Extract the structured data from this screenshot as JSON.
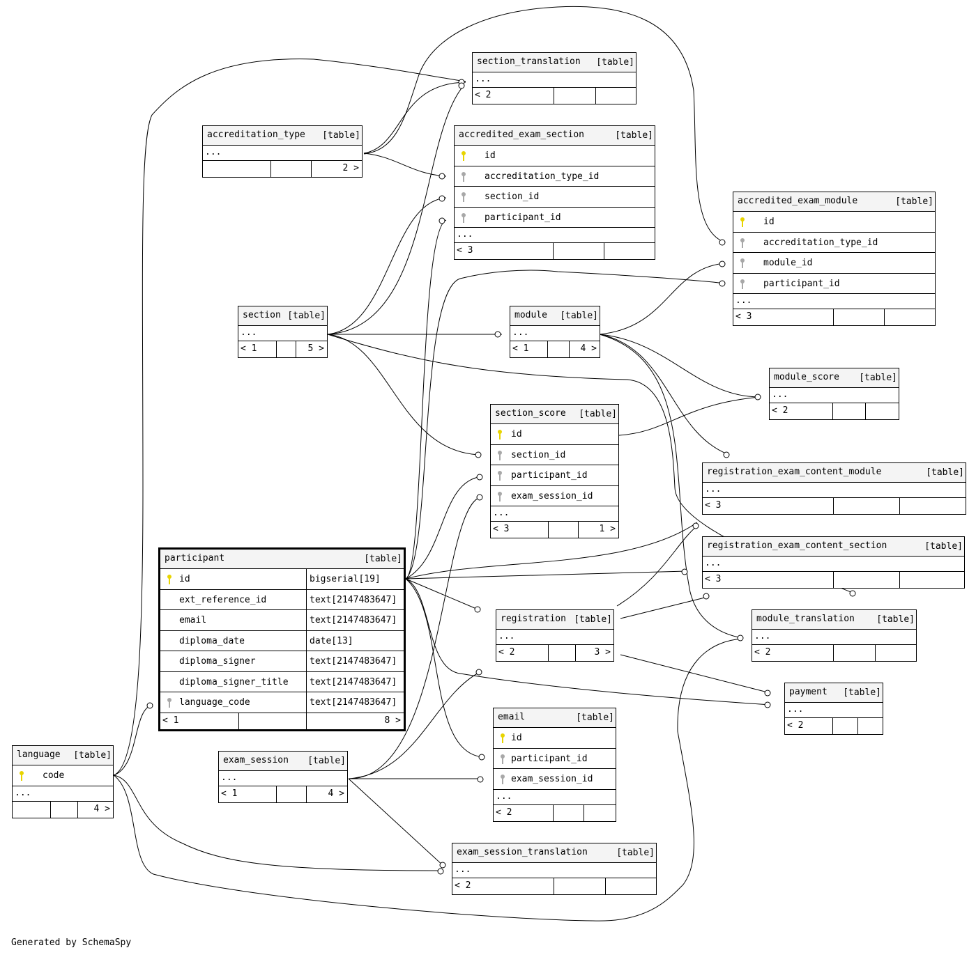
{
  "table_type_label": "[table]",
  "ellipsis": "...",
  "credit": "Generated by SchemaSpy",
  "colors": {
    "primary_key": "#e8d400",
    "foreign_key": "#a8a8a8",
    "header_bg": "#f4f4f4"
  },
  "tables": {
    "section_translation": {
      "name": "section_translation",
      "footer": {
        "left": "< 2",
        "right": ""
      }
    },
    "accreditation_type": {
      "name": "accreditation_type",
      "footer": {
        "left": "",
        "right": "2 >"
      }
    },
    "accredited_exam_section": {
      "name": "accredited_exam_section",
      "columns": [
        {
          "name": "id",
          "key": "primary-key"
        },
        {
          "name": "accreditation_type_id",
          "key": "foreign-key"
        },
        {
          "name": "section_id",
          "key": "foreign-key"
        },
        {
          "name": "participant_id",
          "key": "foreign-key"
        }
      ],
      "footer": {
        "left": "< 3",
        "right": ""
      }
    },
    "accredited_exam_module": {
      "name": "accredited_exam_module",
      "columns": [
        {
          "name": "id",
          "key": "primary-key"
        },
        {
          "name": "accreditation_type_id",
          "key": "foreign-key"
        },
        {
          "name": "module_id",
          "key": "foreign-key"
        },
        {
          "name": "participant_id",
          "key": "foreign-key"
        }
      ],
      "footer": {
        "left": "< 3",
        "right": ""
      }
    },
    "section": {
      "name": "section",
      "footer": {
        "left": "< 1",
        "right": "5 >"
      }
    },
    "module": {
      "name": "module",
      "footer": {
        "left": "< 1",
        "right": "4 >"
      }
    },
    "module_score": {
      "name": "module_score",
      "footer": {
        "left": "< 2",
        "right": ""
      }
    },
    "section_score": {
      "name": "section_score",
      "columns": [
        {
          "name": "id",
          "key": "primary-key"
        },
        {
          "name": "section_id",
          "key": "foreign-key"
        },
        {
          "name": "participant_id",
          "key": "foreign-key"
        },
        {
          "name": "exam_session_id",
          "key": "foreign-key"
        }
      ],
      "footer": {
        "left": "< 3",
        "right": "1 >"
      }
    },
    "registration_exam_content_module": {
      "name": "registration_exam_content_module",
      "footer": {
        "left": "< 3",
        "right": ""
      }
    },
    "registration_exam_content_section": {
      "name": "registration_exam_content_section",
      "footer": {
        "left": "< 3",
        "right": ""
      }
    },
    "participant": {
      "name": "participant",
      "columns": [
        {
          "name": "id",
          "type": "bigserial[19]",
          "key": "primary-key"
        },
        {
          "name": "ext_reference_id",
          "type": "text[2147483647]",
          "key": ""
        },
        {
          "name": "email",
          "type": "text[2147483647]",
          "key": ""
        },
        {
          "name": "diploma_date",
          "type": "date[13]",
          "key": ""
        },
        {
          "name": "diploma_signer",
          "type": "text[2147483647]",
          "key": ""
        },
        {
          "name": "diploma_signer_title",
          "type": "text[2147483647]",
          "key": ""
        },
        {
          "name": "language_code",
          "type": "text[2147483647]",
          "key": "foreign-key"
        }
      ],
      "footer": {
        "left": "< 1",
        "right": "8 >"
      }
    },
    "registration": {
      "name": "registration",
      "footer": {
        "left": "< 2",
        "right": "3 >"
      }
    },
    "module_translation": {
      "name": "module_translation",
      "footer": {
        "left": "< 2",
        "right": ""
      }
    },
    "payment": {
      "name": "payment",
      "footer": {
        "left": "< 2",
        "right": ""
      }
    },
    "email": {
      "name": "email",
      "columns": [
        {
          "name": "id",
          "key": "primary-key"
        },
        {
          "name": "participant_id",
          "key": "foreign-key"
        },
        {
          "name": "exam_session_id",
          "key": "foreign-key"
        }
      ],
      "footer": {
        "left": "< 2",
        "right": ""
      }
    },
    "language": {
      "name": "language",
      "columns": [
        {
          "name": "code",
          "key": "primary-key"
        }
      ],
      "footer": {
        "left": "",
        "right": "4 >"
      }
    },
    "exam_session": {
      "name": "exam_session",
      "footer": {
        "left": "< 1",
        "right": "4 >"
      }
    },
    "exam_session_translation": {
      "name": "exam_session_translation",
      "footer": {
        "left": "< 2",
        "right": ""
      }
    }
  }
}
